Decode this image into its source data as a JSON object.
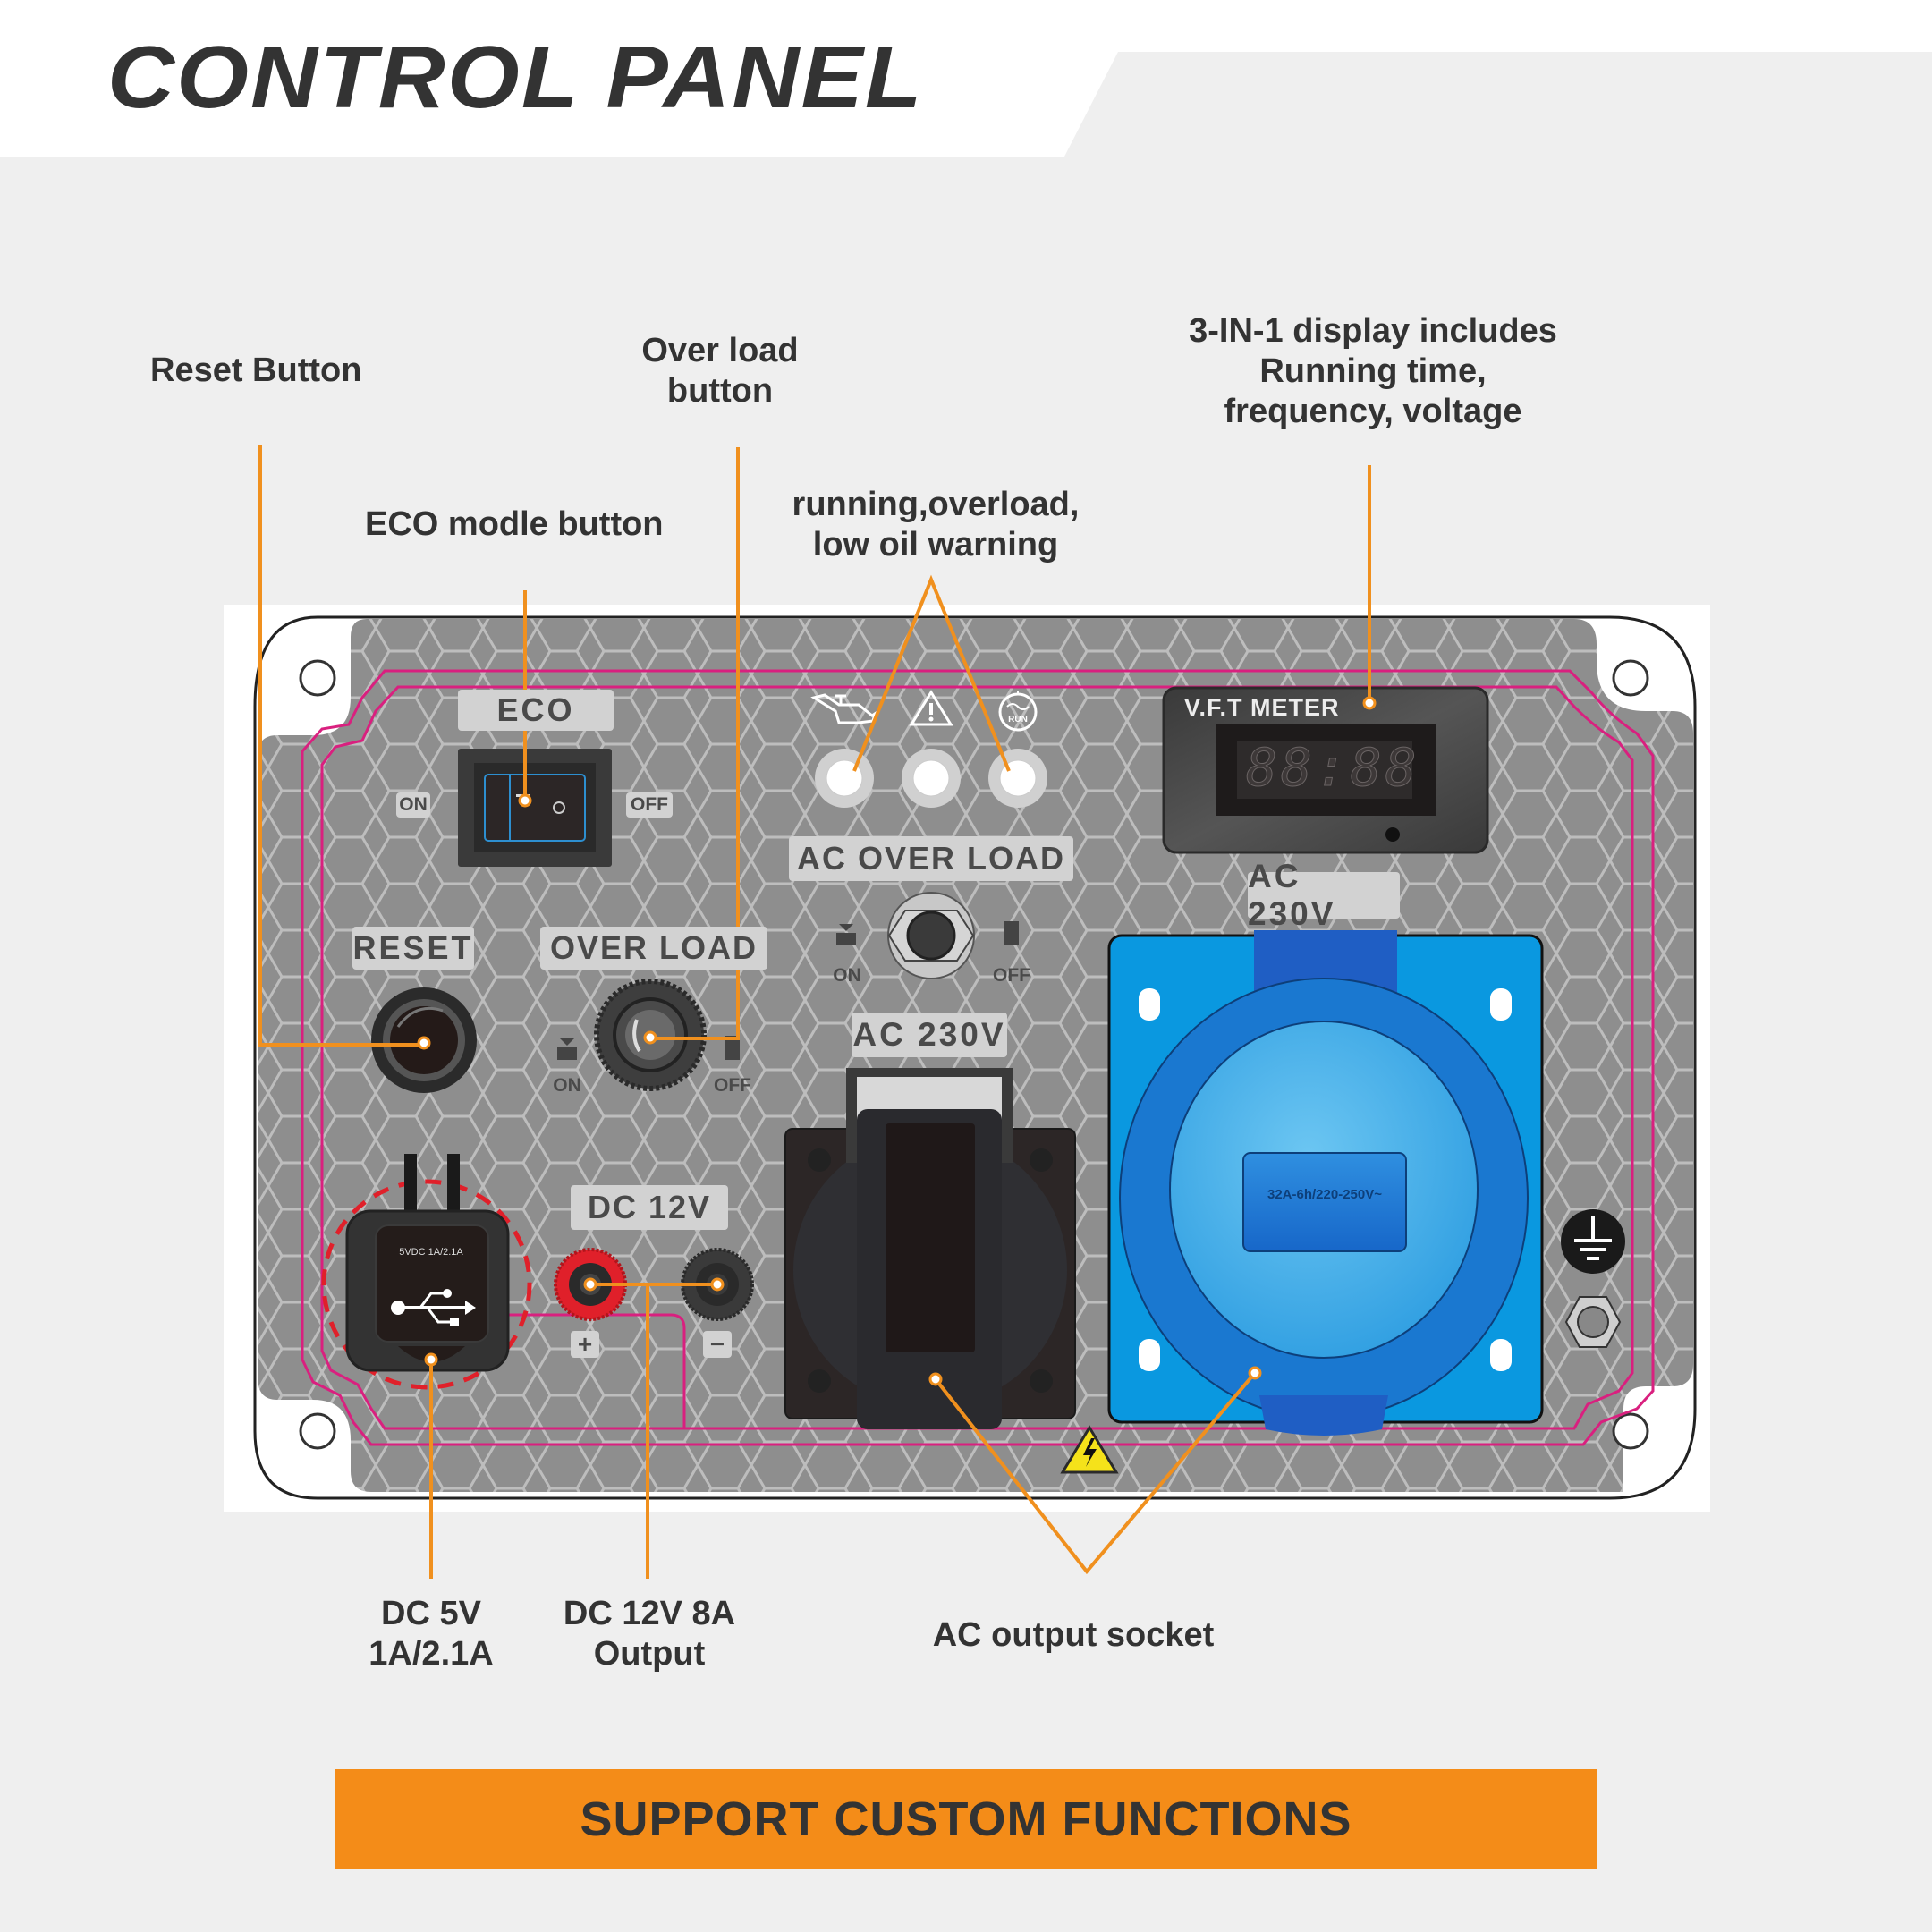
{
  "header": {
    "title": "CONTROL PANEL"
  },
  "callouts": {
    "reset_button": "Reset Button",
    "over_load_button": [
      "Over load",
      "button"
    ],
    "eco_button": "ECO modle button",
    "warning_lights": [
      "running,overload,",
      "low oil warning"
    ],
    "display": [
      "3-IN-1 display includes",
      "Running time,",
      "frequency, voltage"
    ],
    "dc5v": [
      "DC 5V",
      "1A/2.1A"
    ],
    "dc12v": [
      "DC 12V 8A",
      "Output"
    ],
    "ac_socket": "AC output socket"
  },
  "panel": {
    "eco_label": "ECO",
    "eco_on": "ON",
    "eco_off": "OFF",
    "reset_label": "RESET",
    "overload_label": "OVER LOAD",
    "overload_on": "ON",
    "overload_off": "OFF",
    "ac_overload_label": "AC OVER LOAD",
    "ac_overload_on": "ON",
    "ac_overload_off": "OFF",
    "indicators": [
      {
        "icon": "oil-can-icon",
        "meaning": "low oil"
      },
      {
        "icon": "warning-triangle-icon",
        "meaning": "overload"
      },
      {
        "icon": "run-icon",
        "meaning": "running",
        "text": "RUN"
      }
    ],
    "meter_label": "V.F.T METER",
    "meter_digits": "88:88",
    "ac_230v_left": "AC 230V",
    "ac_230v_right": "AC 230V",
    "usb_rating": "5VDC 1A/2.1A",
    "dc12v_label": "DC 12V",
    "dc_plus": "+",
    "dc_minus": "−",
    "industrial_socket_rating": "32A-6h/220-250V~"
  },
  "banner": {
    "text": "SUPPORT CUSTOM FUNCTIONS"
  },
  "colors": {
    "accent_orange": "#f48c18",
    "callout_line": "#f0901e",
    "panel_gray": "#8c8c8c",
    "socket_blue": "#0a98e0",
    "text_dark": "#333333",
    "trim_magenta": "#d9207f"
  }
}
